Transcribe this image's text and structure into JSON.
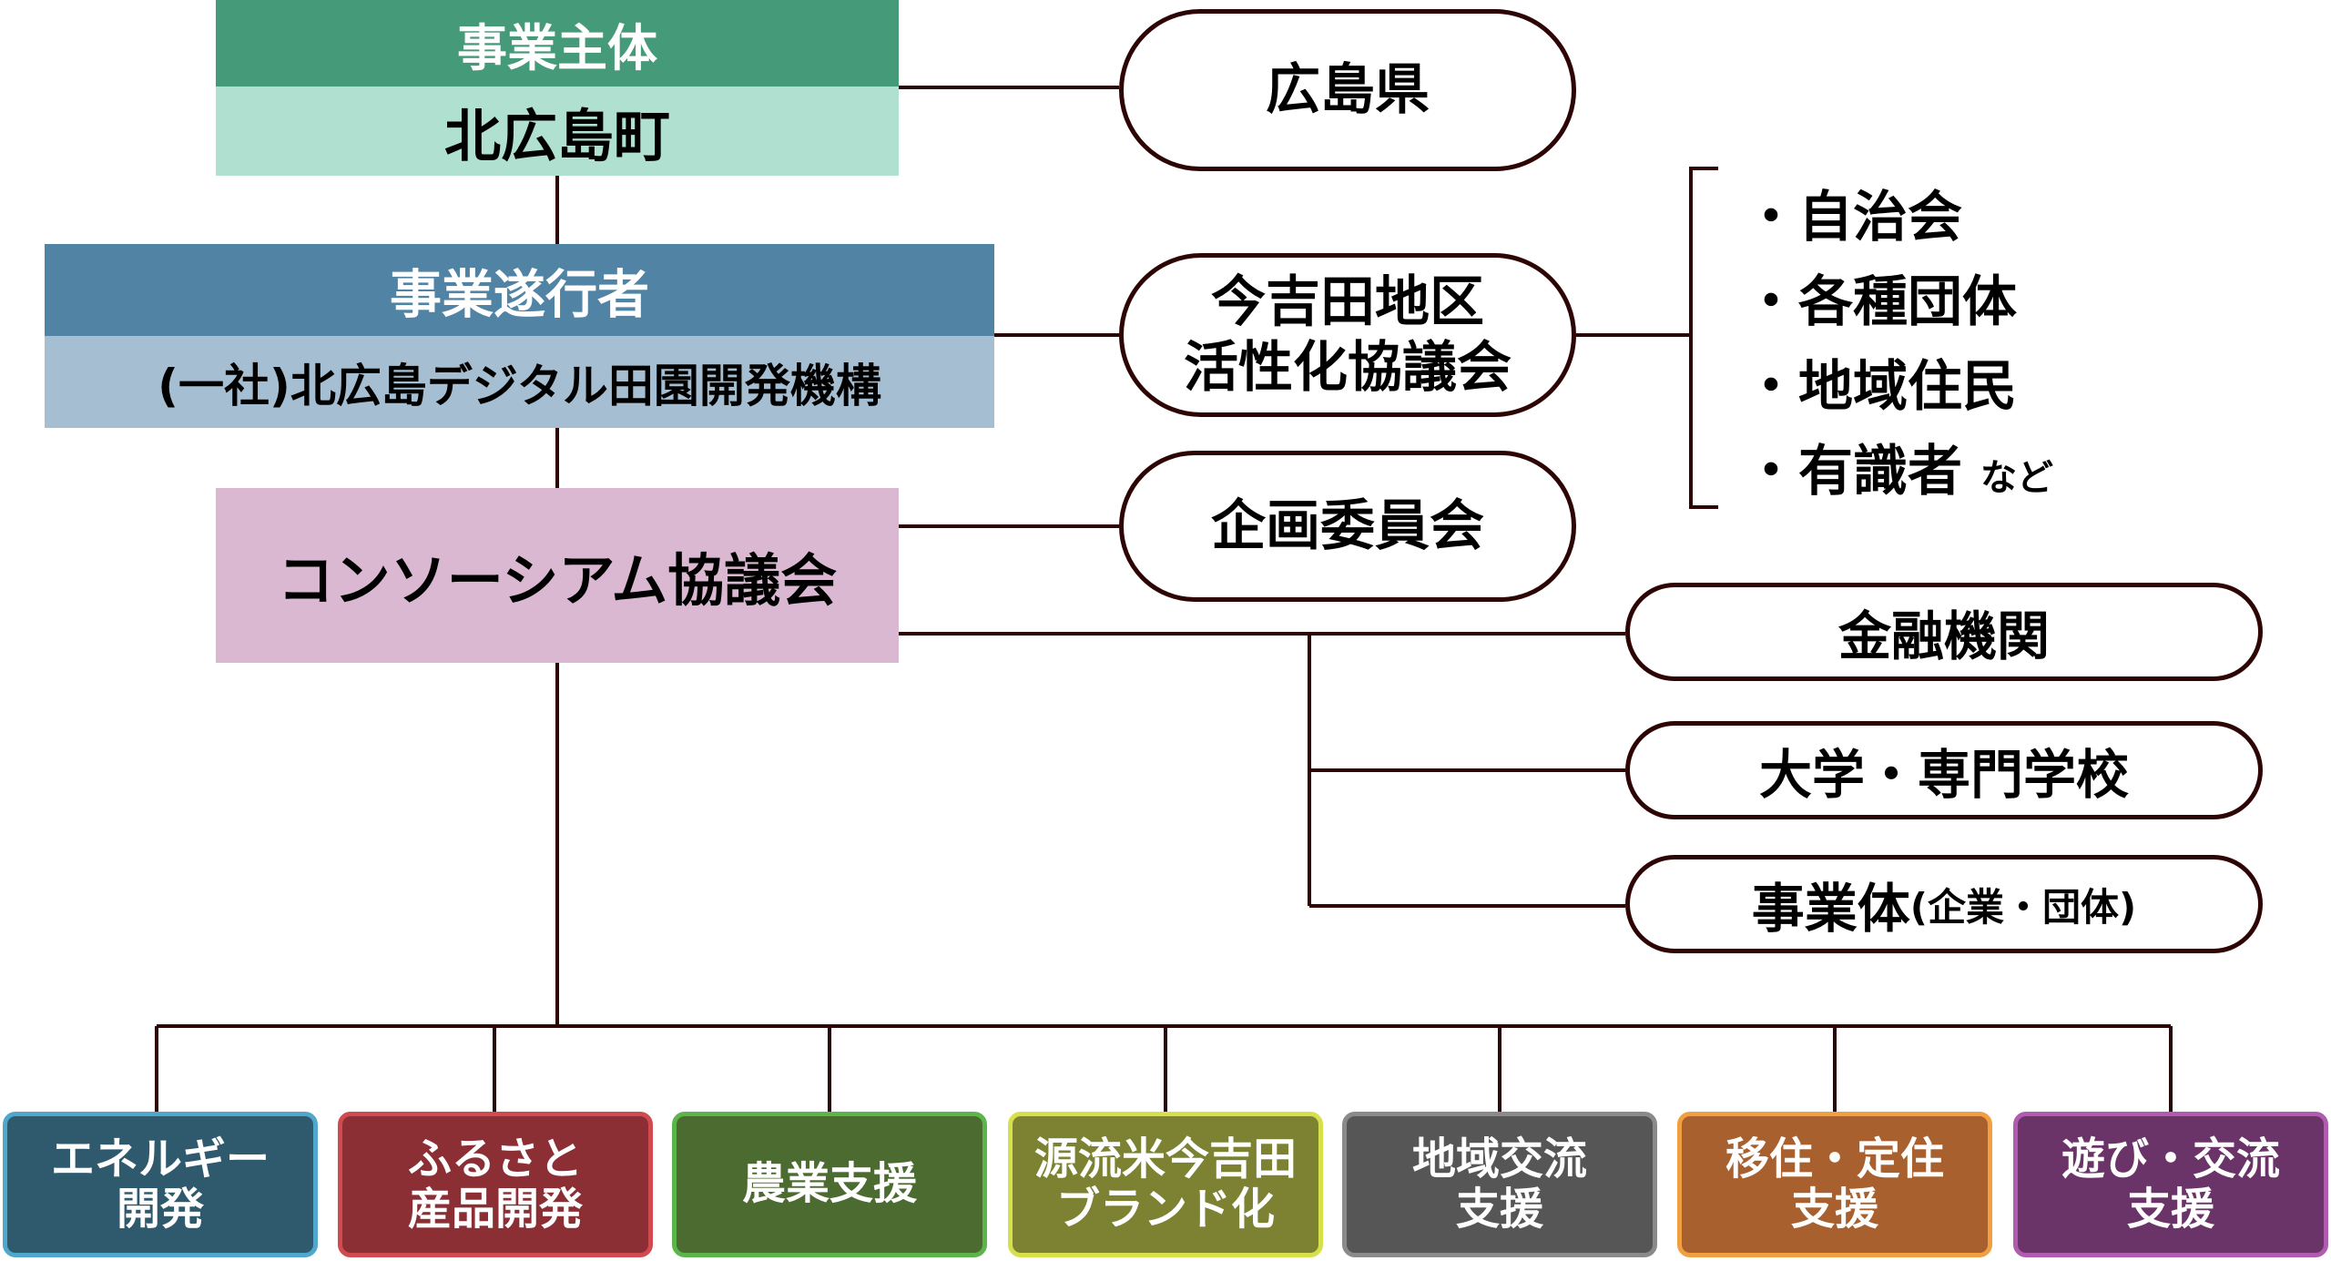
{
  "top": {
    "label": "事業主体",
    "name": "北広島町"
  },
  "operator": {
    "label": "事業遂行者",
    "name": "(一社)北広島デジタル田園開発機構"
  },
  "consortium": "コンソーシアム協議会",
  "partners": [
    "広島県",
    "今吉田地区\n活性化協議会",
    "企画委員会"
  ],
  "members": {
    "items": [
      "・自治会",
      "・各種団体",
      "・地域住民",
      "・有識者"
    ],
    "suffix": "など"
  },
  "orgs": [
    "金融機関",
    "大学・専門学校"
  ],
  "business": {
    "main": "事業体",
    "sub": "(企業・団体)"
  },
  "projects": [
    {
      "l1": "エネルギー",
      "l2": "開発",
      "bg": "#2f5a6e",
      "border": "#4fa8cc"
    },
    {
      "l1": "ふるさと",
      "l2": "産品開発",
      "bg": "#8b2f35",
      "border": "#d04a50"
    },
    {
      "l1": "農業支援",
      "l2": "",
      "bg": "#4b6b30",
      "border": "#5cb54a"
    },
    {
      "l1": "源流米今吉田",
      "l2": "ブランド化",
      "bg": "#7c8232",
      "border": "#d6e04a"
    },
    {
      "l1": "地域交流",
      "l2": "支援",
      "bg": "#565656",
      "border": "#8a8a8a"
    },
    {
      "l1": "移住・定住",
      "l2": "支援",
      "bg": "#a8602e",
      "border": "#f0a040"
    },
    {
      "l1": "遊び・交流",
      "l2": "支援",
      "bg": "#6b3468",
      "border": "#b05ab0"
    }
  ]
}
